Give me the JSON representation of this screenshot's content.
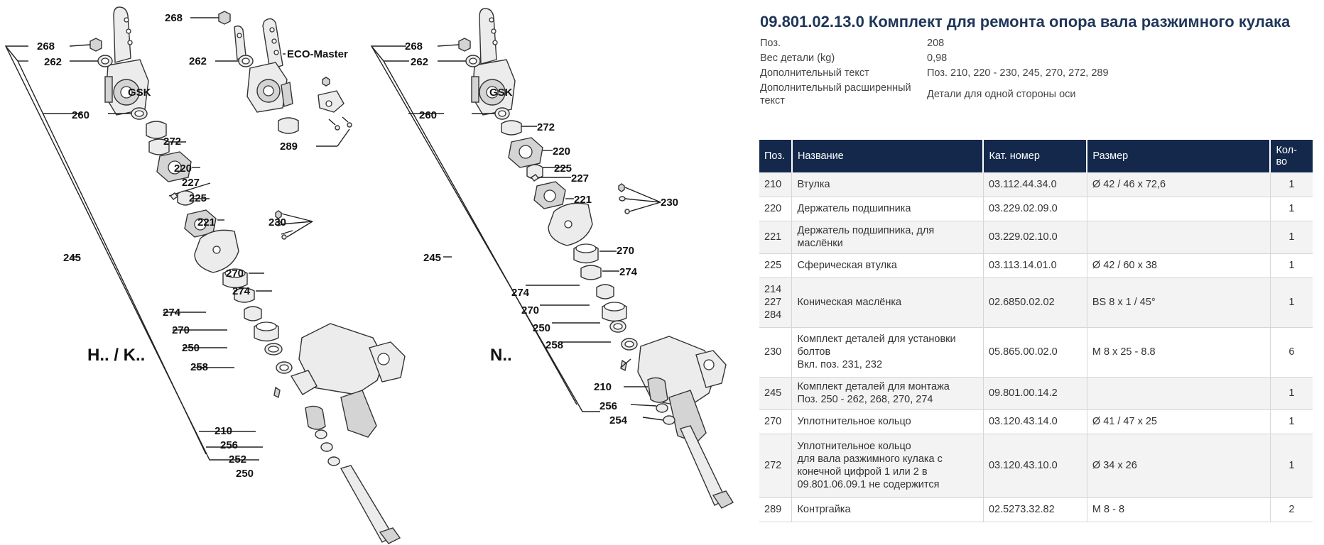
{
  "diagram": {
    "left": {
      "marker": "H.. / K..",
      "labels": [
        "268",
        "262",
        "GSK",
        "260",
        "272",
        "220",
        "227",
        "225",
        "221",
        "230",
        "245",
        "270",
        "274",
        "274",
        "270",
        "250",
        "258",
        "210",
        "256",
        "252",
        "250"
      ]
    },
    "eco": {
      "labels": [
        "268",
        "262",
        "ECO-Master",
        "289"
      ]
    },
    "right": {
      "marker": "N..",
      "labels": [
        "268",
        "262",
        "GSK",
        "260",
        "272",
        "220",
        "225",
        "227",
        "221",
        "230",
        "245",
        "270",
        "274",
        "274",
        "270",
        "250",
        "258",
        "210",
        "256",
        "254"
      ]
    }
  },
  "info": {
    "title": "09.801.02.13.0 Комплект для ремонта опора вала разжимного кулака",
    "props": [
      {
        "key": "Поз.",
        "value": "208"
      },
      {
        "key": "Вес детали (kg)",
        "value": "0,98"
      },
      {
        "key": "Дополнительный текст",
        "value": "Поз. 210, 220 - 230, 245, 270, 272, 289"
      },
      {
        "key": "Дополнительный расширенный текст",
        "value": "Детали для одной стороны оси"
      }
    ]
  },
  "table": {
    "headers": [
      "Поз.",
      "Название",
      "Кат. номер",
      "Размер",
      "Кол-во"
    ],
    "rows": [
      {
        "pos": "210",
        "name": "Втулка",
        "cat": "03.112.44.34.0",
        "size": "Ø 42 / 46 x 72,6",
        "qty": "1"
      },
      {
        "pos": "220",
        "name": "Держатель подшипника",
        "cat": "03.229.02.09.0",
        "size": "",
        "qty": "1"
      },
      {
        "pos": "221",
        "name": "Держатель подшипника, для маслёнки",
        "cat": "03.229.02.10.0",
        "size": "",
        "qty": "1"
      },
      {
        "pos": "225",
        "name": "Сферическая втулка",
        "cat": "03.113.14.01.0",
        "size": "Ø 42 / 60 x 38",
        "qty": "1"
      },
      {
        "pos": "214\n227\n284",
        "name": "Коническая маслёнка",
        "cat": "02.6850.02.02",
        "size": "BS 8 x 1 / 45°",
        "qty": "1"
      },
      {
        "pos": "230",
        "name": "Комплект деталей для установки болтов\nВкл. поз. 231, 232",
        "cat": "05.865.00.02.0",
        "size": "M 8 x 25 - 8.8",
        "qty": "6"
      },
      {
        "pos": "245",
        "name": "Комплект деталей для монтажа\nПоз. 250 - 262, 268, 270, 274",
        "cat": "09.801.00.14.2",
        "size": "",
        "qty": "1"
      },
      {
        "pos": "270",
        "name": "Уплотнительное кольцо",
        "cat": "03.120.43.14.0",
        "size": "Ø 41 / 47 x 25",
        "qty": "1"
      },
      {
        "pos": "272",
        "name": "Уплотнительное кольцо\nдля вала разжимного кулака с конечной цифрой 1 или 2 в 09.801.06.09.1 не содержится",
        "cat": "03.120.43.10.0",
        "size": "Ø 34 x 26",
        "qty": "1"
      },
      {
        "pos": "289",
        "name": "Контргайка",
        "cat": "02.5273.32.82",
        "size": "M 8 - 8",
        "qty": "2"
      }
    ]
  }
}
